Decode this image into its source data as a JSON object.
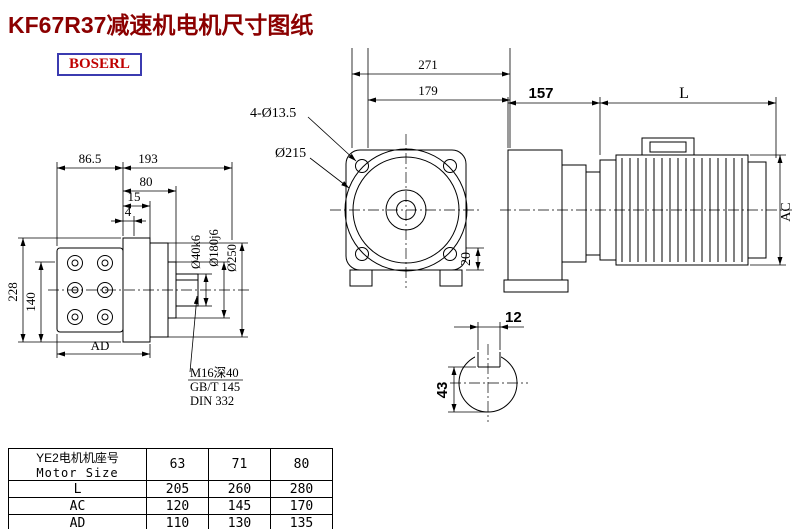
{
  "page": {
    "title": "KF67R37减速机电机尺寸图纸",
    "brand": "BOSERL"
  },
  "dims": {
    "front": {
      "w1": "86.5",
      "w2": "193",
      "s80": "80",
      "s15": "15",
      "s4": "4",
      "h228": "228",
      "h140": "140",
      "ad": "AD",
      "shaft_dia": "Ø40k6",
      "spigot_dia": "Ø180j6",
      "flange_dia": "Ø250",
      "thread_note1": "M16深40",
      "thread_note2": "GB/T 145",
      "thread_note3": "DIN 332"
    },
    "face": {
      "d271": "271",
      "d179": "179",
      "bolt_holes": "4-Ø13.5",
      "face_dia": "Ø215",
      "d20": "20"
    },
    "side": {
      "d157": "157",
      "motor_len": "L",
      "motor_ac": "AC"
    },
    "keyway": {
      "width": "12",
      "depth": "43"
    }
  },
  "table": {
    "header_cn": "YE2电机机座号",
    "header_en": "Motor Size",
    "sizes": [
      "63",
      "71",
      "80"
    ],
    "rows": [
      {
        "label": "L",
        "values": [
          "205",
          "260",
          "280"
        ]
      },
      {
        "label": "AC",
        "values": [
          "120",
          "145",
          "170"
        ]
      },
      {
        "label": "AD",
        "values": [
          "110",
          "130",
          "135"
        ]
      }
    ]
  }
}
